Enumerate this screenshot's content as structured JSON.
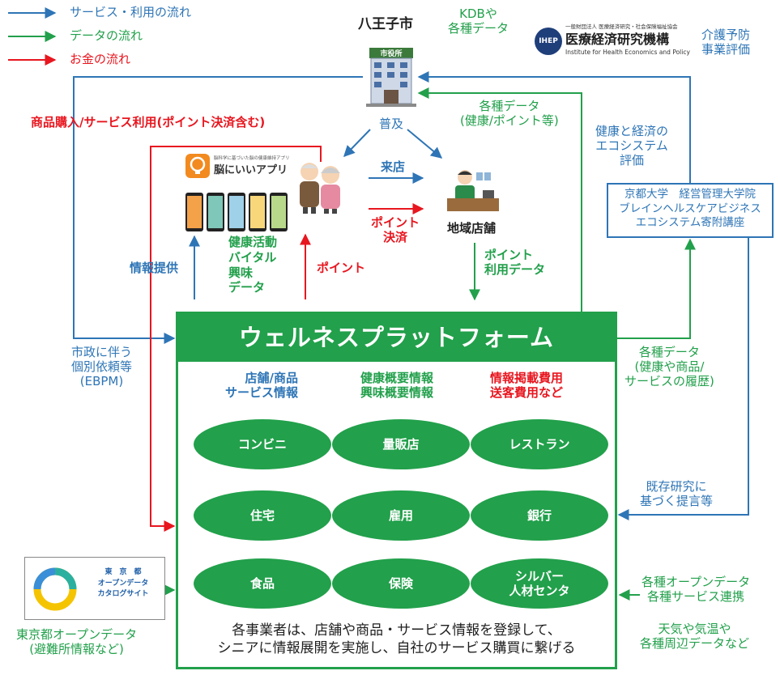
{
  "legend": [
    {
      "label": "サービス・利用の流れ",
      "color": "#2e75b6"
    },
    {
      "label": "データの流れ",
      "color": "#22a04b"
    },
    {
      "label": "お金の流れ",
      "color": "#e8161f"
    }
  ],
  "city": {
    "name": "八王子市",
    "building_sign": "市役所"
  },
  "kdb": {
    "line1": "KDBや",
    "line2": "各種データ"
  },
  "ihep": {
    "emblem": "IHEP",
    "sub": "一般財団法人 医療経済研究・社会保険福祉協会",
    "name": "医療経済研究機構",
    "en": "Institute for Health Economics and Policy"
  },
  "care_eval": {
    "line1": "介護予防",
    "line2": "事業評価"
  },
  "labels": {
    "purchase": "商品購入/サービス利用(ポイント決済含む)",
    "fukyu": "普及",
    "various_data": {
      "line1": "各種データ",
      "line2": "(健康/ポイント等)"
    },
    "eco_eval": {
      "line1": "健康と経済の",
      "line2": "エコシステム",
      "line3": "評価"
    },
    "raiten": "来店",
    "point_payment": {
      "line1": "ポイント",
      "line2": "決済"
    },
    "local_store": "地域店舗",
    "point_data": {
      "line1": "ポイント",
      "line2": "利用データ"
    },
    "info": "情報提供",
    "health_data": {
      "line1": "健康活動",
      "line2": "バイタル",
      "line3": "興味",
      "line4": "データ"
    },
    "point": "ポイント",
    "ebpm": {
      "line1": "市政に伴う",
      "line2": "個別依頼等",
      "line3": "(EBPM)"
    },
    "history": {
      "line1": "各種データ",
      "line2": "(健康や商品/",
      "line3": "サービスの履歴)"
    },
    "research": {
      "line1": "既存研究に",
      "line2": "基づく提言等"
    },
    "opendata_in": {
      "line1": "各種オープンデータ",
      "line2": "各種サービス連携"
    },
    "weather": {
      "line1": "天気や気温や",
      "line2": "各種周辺データなど"
    },
    "tokyo_open": {
      "line1": "東京都オープンデータ",
      "line2": "(避難所情報など)"
    }
  },
  "app": {
    "title": "脳にいいアプリ",
    "tagline": "脳科学に基づいた脳の健康維持アプリ"
  },
  "kyoto": {
    "line1": "京都大学　経営管理大学院",
    "line2": "ブレインヘルスケアビジネス",
    "line3": "エコシステム寄附講座"
  },
  "platform": {
    "title": "ウェルネスプラットフォーム",
    "flow_left": {
      "line1": "店舗/商品",
      "line2": "サービス情報"
    },
    "flow_mid": {
      "line1": "健康概要情報",
      "line2": "興味概要情報"
    },
    "flow_right": {
      "line1": "情報掲載費用",
      "line2": "送客費用など"
    },
    "ovals": [
      {
        "line1": "コンビニ",
        "line2": ""
      },
      {
        "line1": "量販店",
        "line2": ""
      },
      {
        "line1": "レストラン",
        "line2": ""
      },
      {
        "line1": "住宅",
        "line2": ""
      },
      {
        "line1": "雇用",
        "line2": ""
      },
      {
        "line1": "銀行",
        "line2": ""
      },
      {
        "line1": "食品",
        "line2": ""
      },
      {
        "line1": "保険",
        "line2": ""
      },
      {
        "line1": "シルバー",
        "line2": "人材センタ"
      }
    ],
    "footer": {
      "line1": "各事業者は、店舗や商品・サービス情報を登録して、",
      "line2": "シニアに情報展開を実施し、自社のサービス購買に繋げる"
    }
  },
  "tokyo_logo": {
    "line1": "東　京　都",
    "line2": "オープンデータ",
    "line3": "カタログサイト"
  }
}
